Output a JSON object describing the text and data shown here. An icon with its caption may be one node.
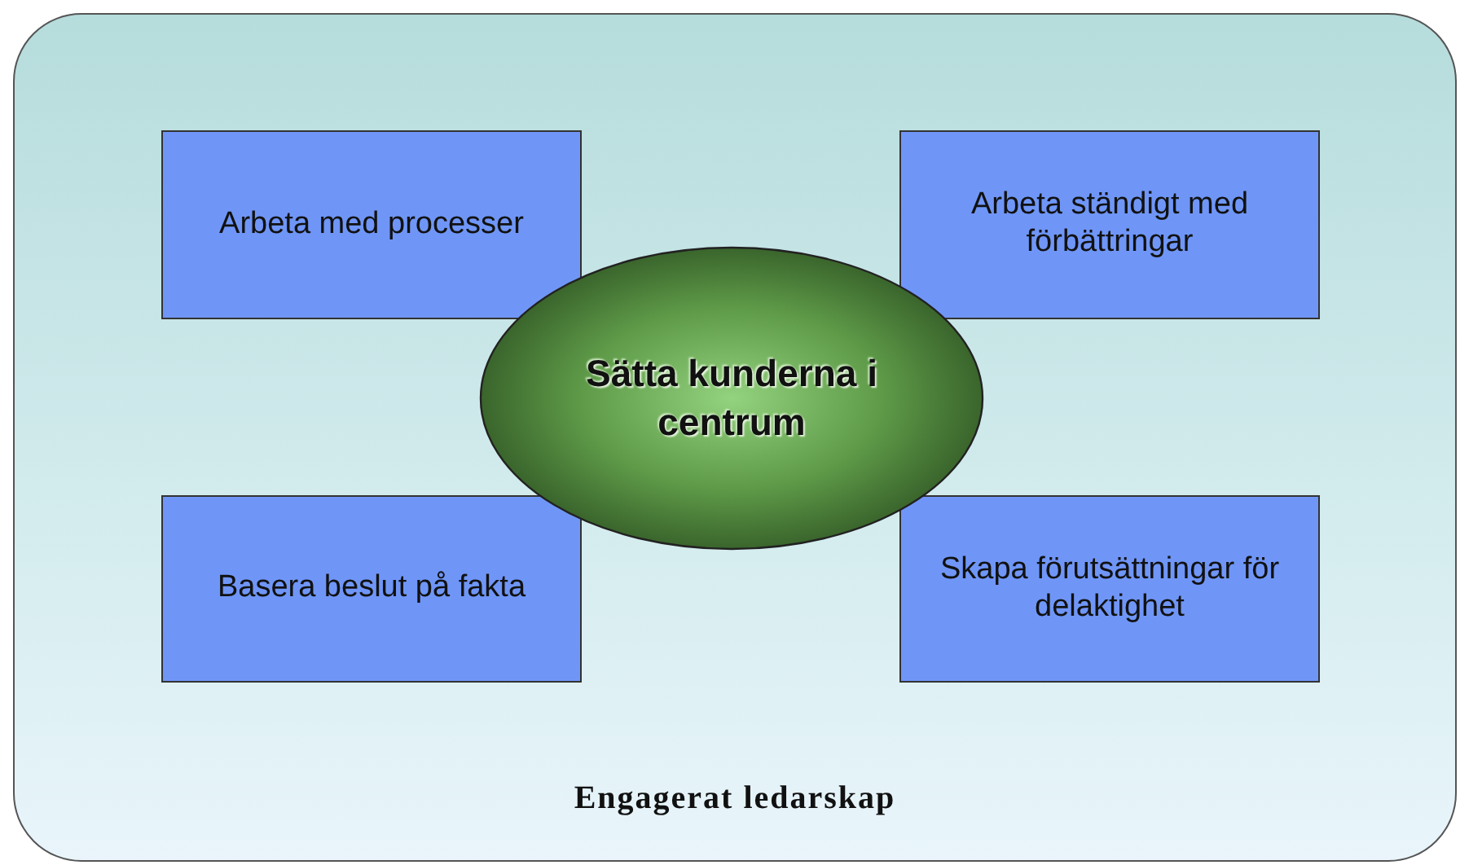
{
  "diagram": {
    "nodes": [
      {
        "text": [
          "Engagerat ledarskap"
        ]
      },
      {
        "text": [
          "Arbeta med processer"
        ],
        "in": 0
      },
      {
        "text": [
          "Arbeta ständigt med förbättringar"
        ],
        "in": 0
      },
      {
        "text": [
          "Sätta kunderna i centrum"
        ],
        "in": 0
      },
      {
        "text": [
          "Basera beslut på fakta"
        ],
        "in": 0
      },
      {
        "text": [
          "Skapa förutsättningar för delaktighet"
        ],
        "in": 0
      }
    ]
  }
}
